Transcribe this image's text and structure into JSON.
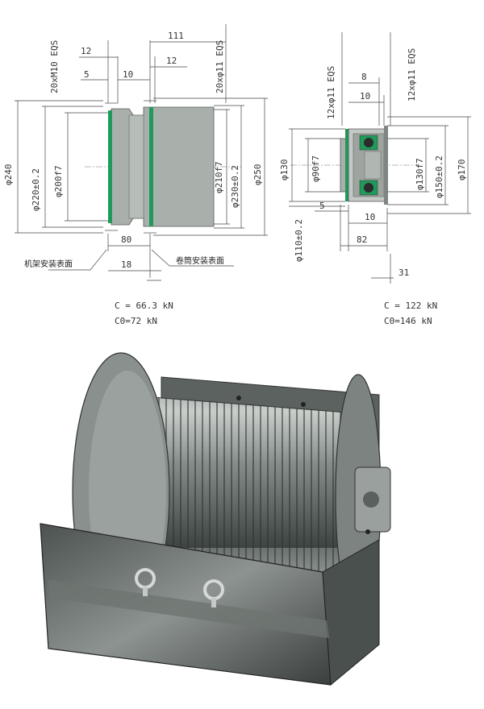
{
  "drawing": {
    "left": {
      "labels": {
        "d240": "φ240",
        "d220": "φ220±0.2",
        "d200": "φ200f7",
        "d210": "φ210f7",
        "d230": "φ230±0.2",
        "d250": "φ250",
        "bolts": "20xM10 EQS",
        "holes": "20xφ11 EQS",
        "w111": "111",
        "w12a": "12",
        "w12b": "12",
        "w10": "10",
        "w5": "5",
        "w80": "80",
        "w18": "18"
      },
      "frame_surface": "机架安装表面",
      "drum_surface": "卷筒安装表面",
      "load_c": "C = 66.3 kN",
      "load_c0": "C0=72 kN"
    },
    "right": {
      "labels": {
        "d130": "φ130",
        "d90": "φ90f7",
        "d110": "φ110±0.2",
        "d130f7": "φ130f7",
        "d150": "φ150±0.2",
        "d170": "φ170",
        "holes_a": "12xφ11 EQS",
        "holes_b": "12xφ11 EQS",
        "w8": "8",
        "w10a": "10",
        "w5": "5",
        "w10b": "10",
        "w82": "82",
        "w31": "31"
      },
      "load_c": "C = 122 kN",
      "load_c0": "C0=146 kN"
    },
    "colors": {
      "body": "#a9b0ab",
      "seal": "#1f9a5a",
      "line": "#444444"
    }
  },
  "photo": {
    "icons": [
      "winch-drum-icon",
      "eye-bolt-icon"
    ]
  }
}
